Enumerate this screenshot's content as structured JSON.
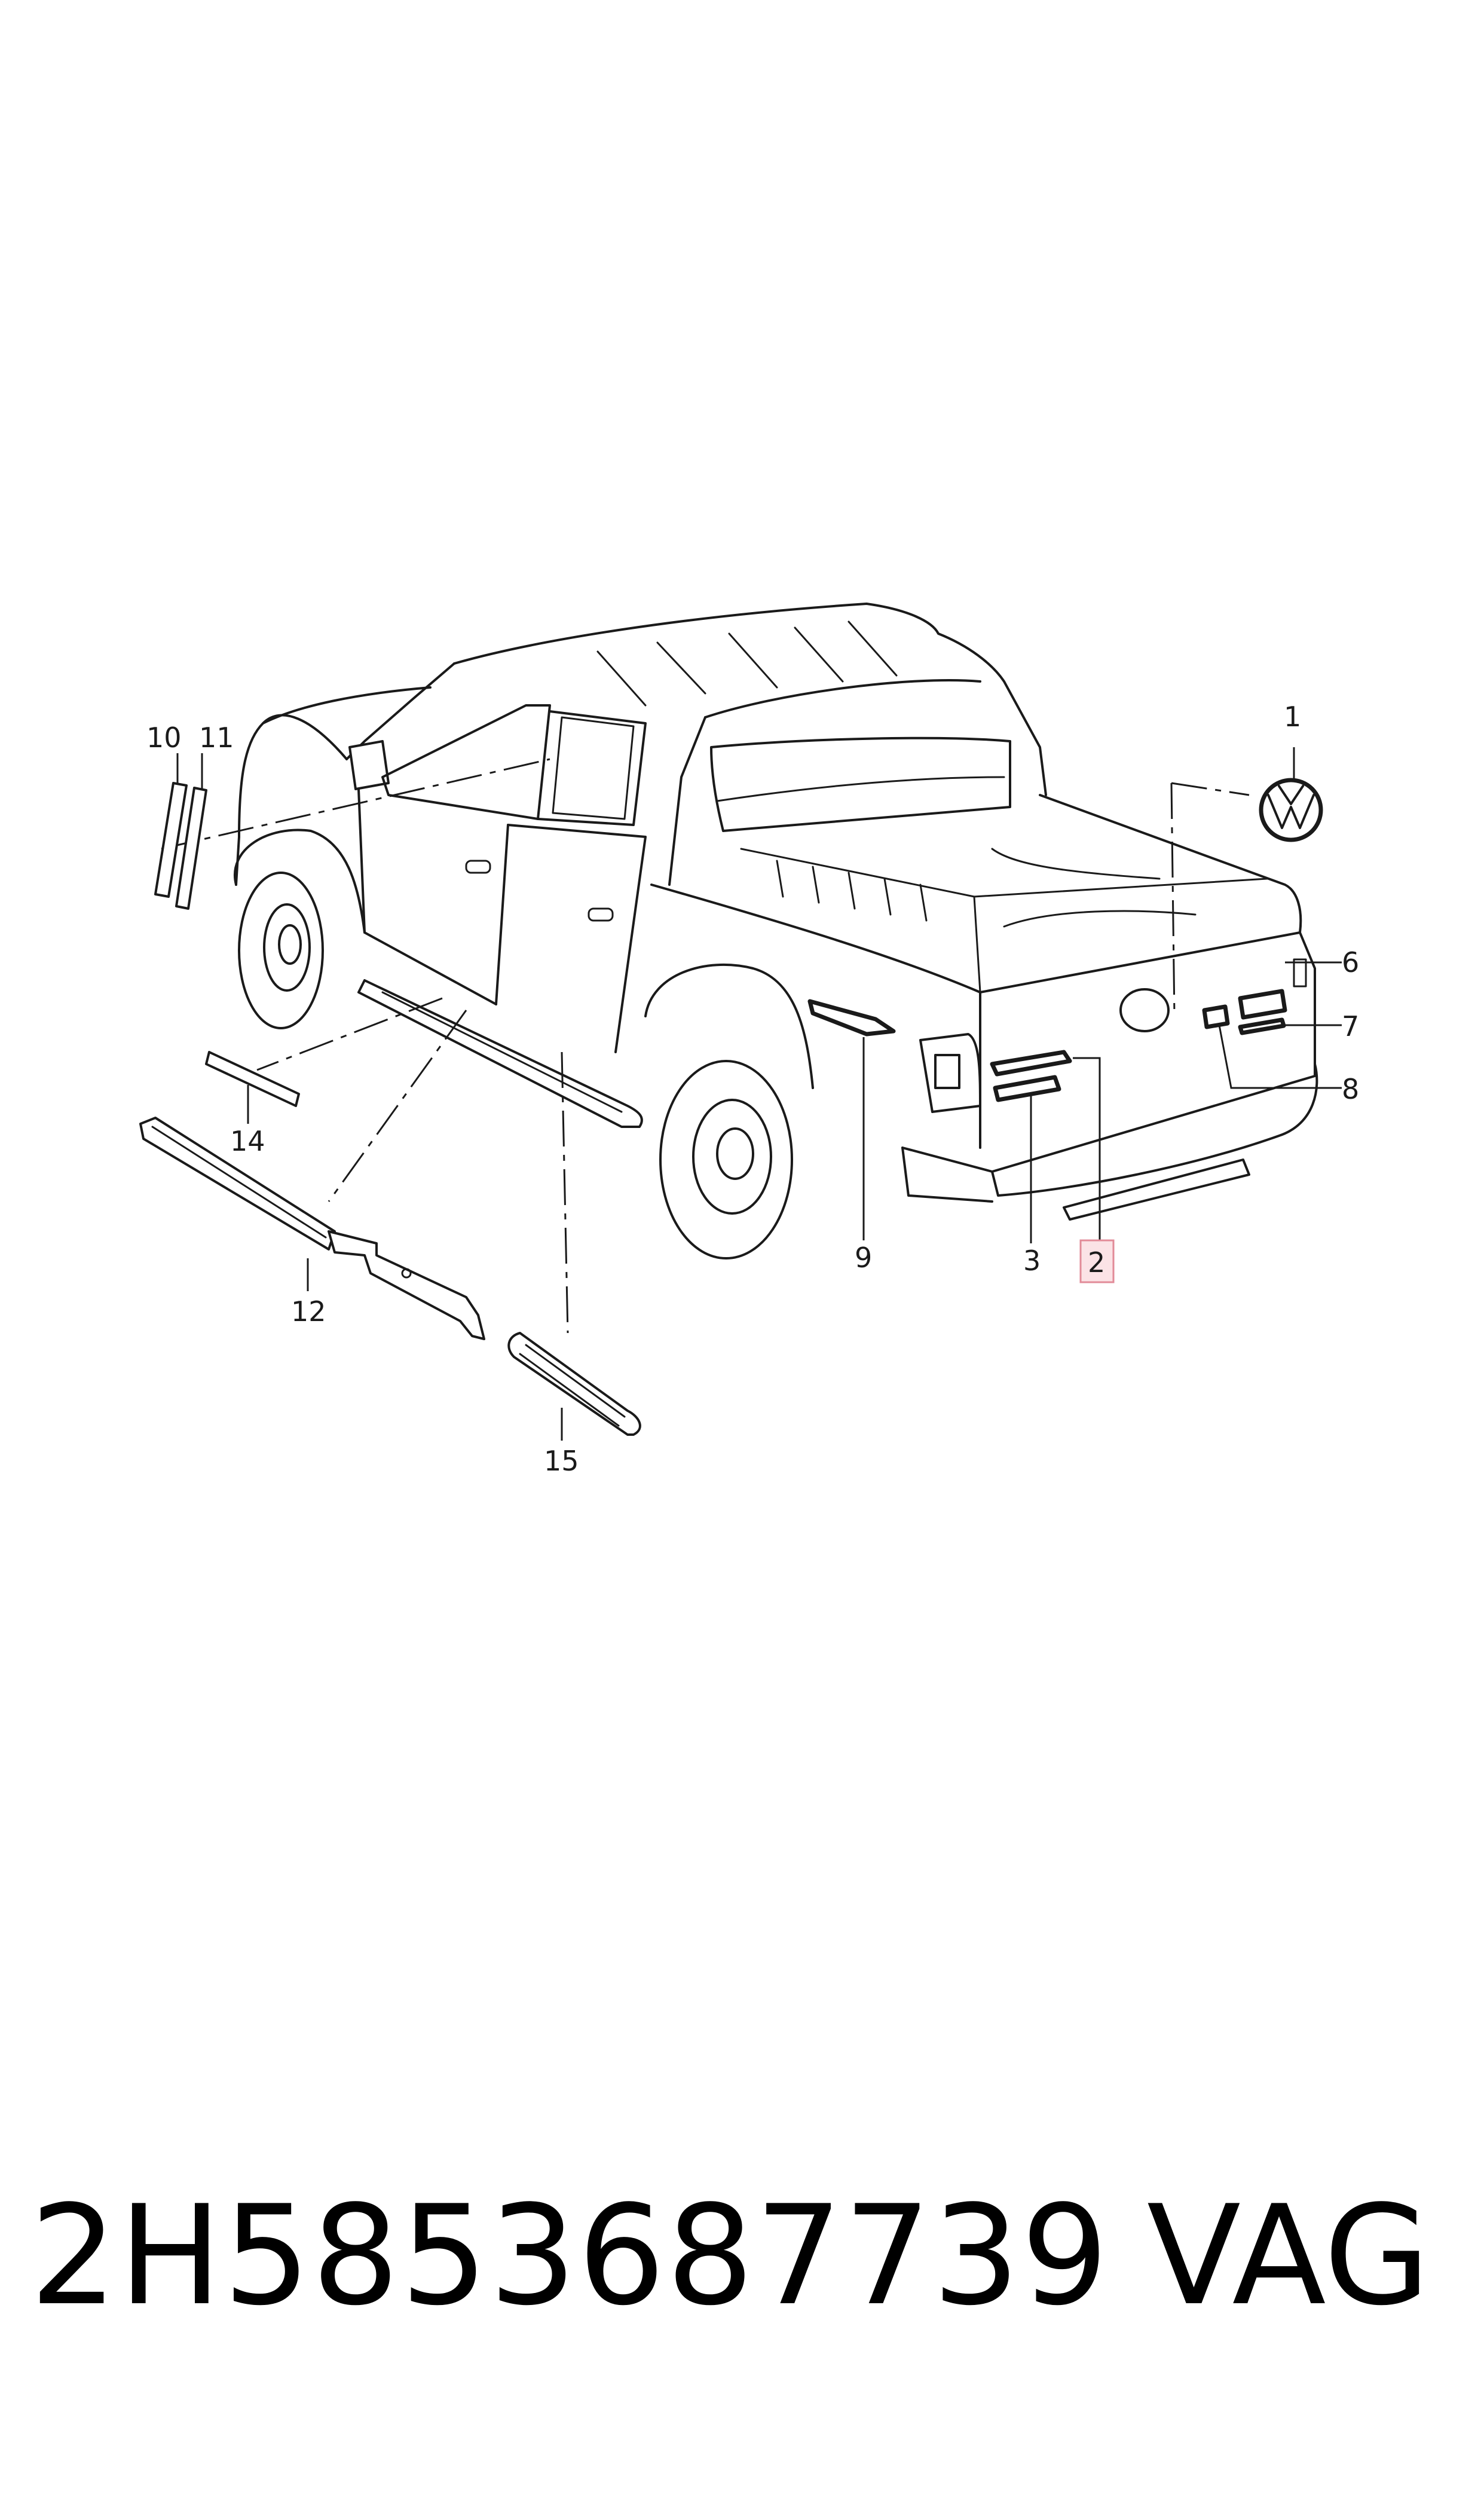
{
  "diagram": {
    "callouts": [
      "1",
      "2",
      "3",
      "6",
      "7",
      "8",
      "9",
      "10",
      "11",
      "12",
      "14",
      "15"
    ],
    "highlighted_callout": "2",
    "colors": {
      "line": "#1a1a1a",
      "highlight_fill": "#fbe3e6",
      "highlight_border": "#e28b98"
    }
  },
  "footer": {
    "part_number": "2H5853687739",
    "brand": "VAG"
  }
}
